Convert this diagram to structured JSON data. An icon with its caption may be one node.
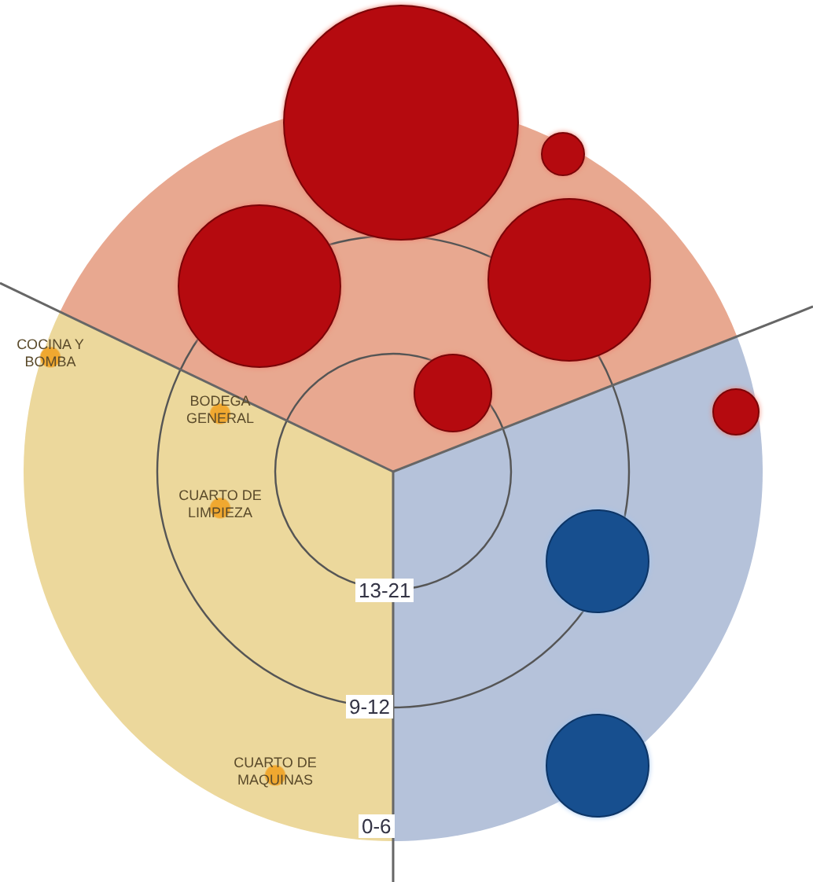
{
  "diagram": {
    "nodes": [
      {
        "text": [],
        "shape": "circle"
      },
      {
        "text": [],
        "shape": "circle"
      },
      {
        "text": [],
        "shape": "circle"
      },
      {
        "text": [],
        "shape": "circle"
      },
      {
        "text": [],
        "shape": "circle"
      },
      {
        "text": [
          "COCINA Y BOMBA"
        ]
      },
      {
        "text": [],
        "shape": "circle"
      },
      {
        "text": [
          "BODEGA GENERAL"
        ]
      },
      {
        "text": [
          "CUARTO DE LIMPIEZA"
        ]
      },
      {
        "text": [],
        "shape": "circle"
      },
      {
        "text": [],
        "shape": "circle"
      },
      {
        "text": [
          "CUARTO DE MAQUINAS"
        ]
      }
    ],
    "labels": [
      "13-21",
      "9-12",
      "0-6"
    ]
  }
}
